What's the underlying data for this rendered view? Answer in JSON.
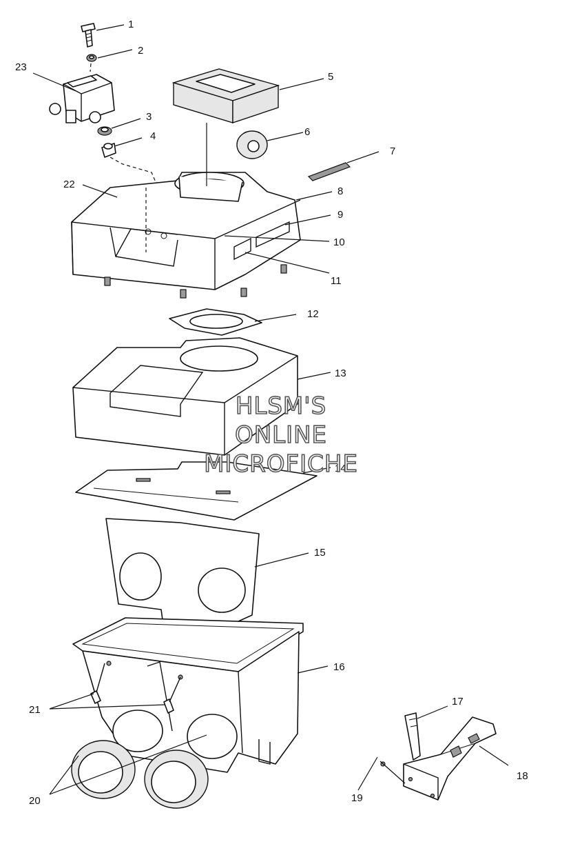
{
  "callouts": {
    "c1": "1",
    "c2": "2",
    "c3": "3",
    "c4": "4",
    "c5": "5",
    "c6": "6",
    "c7": "7",
    "c8": "8",
    "c9": "9",
    "c10": "10",
    "c11": "11",
    "c12": "12",
    "c13": "13",
    "c14": "14",
    "c15": "15",
    "c16": "16",
    "c17": "17",
    "c18": "18",
    "c19": "19",
    "c20": "20",
    "c21": "21",
    "c22": "22",
    "c23": "23"
  },
  "watermark": {
    "line1": "HLSM'S",
    "line2": "ONLINE",
    "line3": "MICROFICHE"
  }
}
